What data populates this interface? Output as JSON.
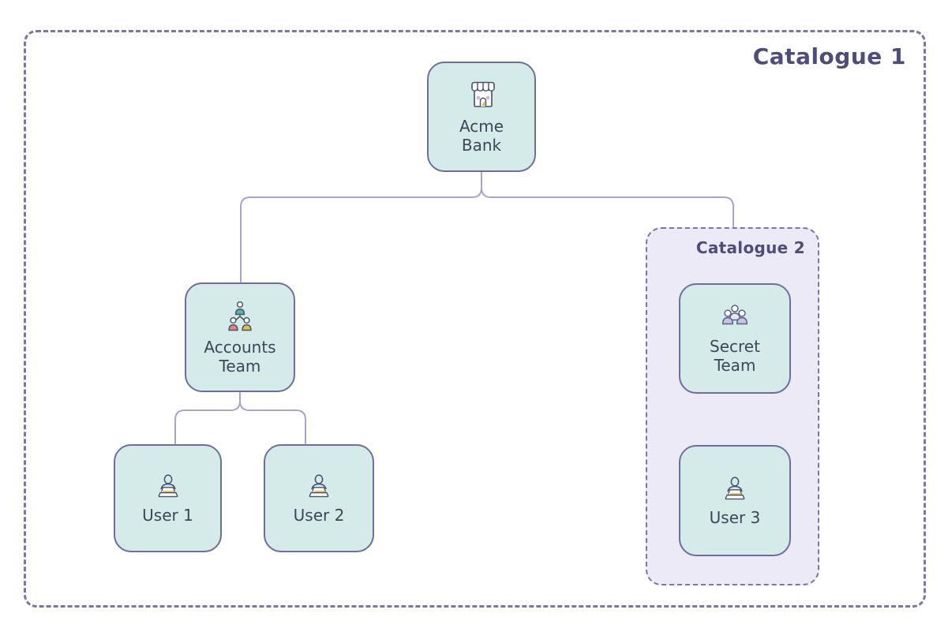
{
  "colors": {
    "page_bg": "#ffffff",
    "node_fill": "#d5ebe9",
    "node_border": "#6e6e9d",
    "node_text": "#3d4657",
    "catalogue_border": "#7877a7",
    "catalogue_label": "#4e4d7a",
    "catalogue2_fill": "#ebeaf6",
    "edge_line": "#a7a5ce",
    "icon_outline": "#44506b",
    "icon_yellow": "#e7b53e",
    "icon_teal": "#56b7a7",
    "icon_pink": "#ea8080",
    "icon_purple_light": "#c9b9e2",
    "icon_lavender": "#c7c3e5"
  },
  "catalogue1": {
    "label": "Catalogue 1"
  },
  "catalogue2": {
    "label": "Catalogue 2"
  },
  "nodes": {
    "acme_bank": {
      "lines": [
        "Acme",
        "Bank"
      ],
      "icon": "store-icon"
    },
    "accounts_team": {
      "lines": [
        "Accounts",
        "Team"
      ],
      "icon": "org-team-icon"
    },
    "user_1": {
      "label": "User 1",
      "icon": "laptop-user-icon"
    },
    "user_2": {
      "label": "User 2",
      "icon": "laptop-user-icon"
    },
    "secret_team": {
      "lines": [
        "Secret",
        "Team"
      ],
      "icon": "group-icon"
    },
    "user_3": {
      "label": "User 3",
      "icon": "laptop-user-icon"
    }
  },
  "edges": [
    {
      "from": "acme-bank",
      "to": "accounts-team"
    },
    {
      "from": "acme-bank",
      "to": "catalogue-2"
    },
    {
      "from": "accounts-team",
      "to": "user-1"
    },
    {
      "from": "accounts-team",
      "to": "user-2"
    }
  ]
}
